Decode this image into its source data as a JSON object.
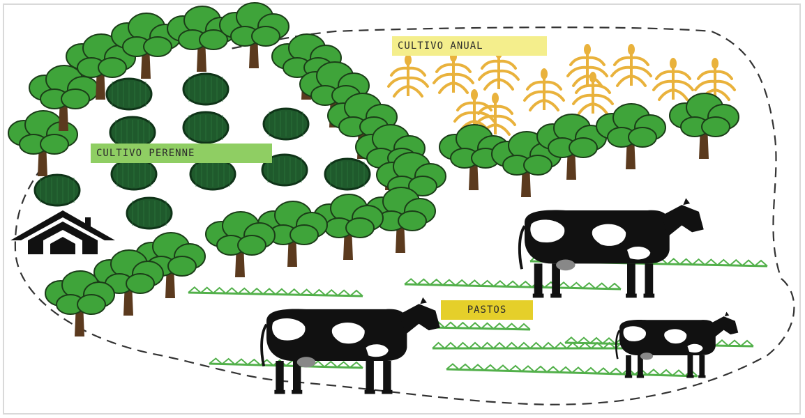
{
  "labels": {
    "cultivo_anual": "CULTIVO ANUAL",
    "cultivo_perenne": "CULTIVO PERENNE",
    "pastos": "PASTOS"
  },
  "colors": {
    "anual_label_bg": "#f4ee8c",
    "perenne_label_bg": "#8fce63",
    "pastos_label_bg": "#e5cf2a",
    "tree_foliage": "#3fa43a",
    "tree_trunk": "#5b3a1e",
    "perennial_crop": "#1f5a2c",
    "maize": "#e9b23c",
    "grass": "#52b04a",
    "boundary": "#333333"
  },
  "icons": [
    "tree-icon",
    "perennial-shrub-icon",
    "maize-plant-icon",
    "cow-icon",
    "house-icon",
    "grass-tuft-icon"
  ]
}
